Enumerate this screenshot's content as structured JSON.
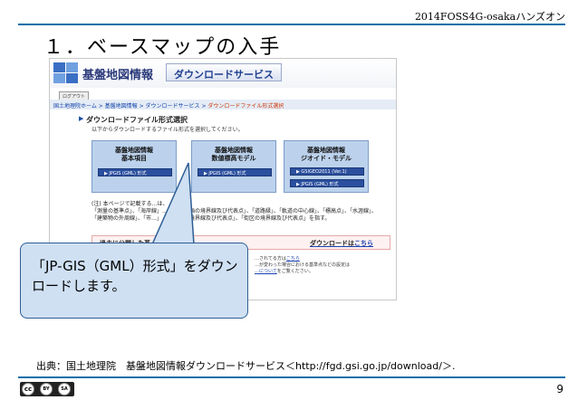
{
  "header": {
    "event": "2014FOSS4G-osakaハンズオン",
    "slide_title": "１．ベースマップの入手"
  },
  "screenshot": {
    "logo_text": [
      "基",
      "盤",
      "地",
      "図",
      "情",
      "報"
    ],
    "banner_title": "基盤地図情報",
    "banner_sub": "ダウンロードサービス",
    "top_button": "ログアウト",
    "breadcrumb": [
      "国土地理院ホーム",
      "基盤地図情報",
      "ダウンロードサービス",
      "ダウンロードファイル形式選択"
    ],
    "section_title": "ダウンロードファイル形式選択",
    "section_sub": "以下からダウンロードするファイル形式を選択してください。",
    "cards": [
      {
        "line1": "基盤地図情報",
        "line2": "基本項目",
        "buttons": [
          "▶ JPGIS (GML) 形式"
        ]
      },
      {
        "line1": "基盤地図情報",
        "line2": "数値標高モデル",
        "buttons": [
          "▶ JPGIS (GML) 形式"
        ]
      },
      {
        "line1": "基盤地図情報",
        "line2": "ジオイド・モデル",
        "buttons": [
          "▶ GSIGEO2011 (Ver.1)",
          "▶ JPGIS (GML) 形式"
        ]
      }
    ],
    "note_lines": [
      "(注) 本ページで記載する…は、",
      "「測量の基準点」、「海岸線」…「行政区画の境界線及び代表点」、「道路縁」、「軌道の中心線」、「標高点」、「水涯線」、",
      "「建築物の外周線」、「市…」…「は字の境界線及び代表点」、「街区の境界線及び代表点」を指す。"
    ],
    "past_text": "過去に公開した基…",
    "past_link_prefix": "ダウンロードは",
    "past_link": "こちら",
    "side_notes": [
      "…されてる方は",
      "こちら",
      "…が変わった場合における基準点などの設定は",
      "…について",
      "をご覧ください。"
    ]
  },
  "callout": {
    "text": "「JP-GIS（GML）形式」をダウンロードします。"
  },
  "footer": {
    "source": "出典：国土地理院　基盤地図情報ダウンロードサービス＜http://fgd.gsi.go.jp/download/＞.",
    "page_number": "9",
    "cc_labels": [
      "cc",
      "BY",
      "SA"
    ]
  },
  "colors": {
    "accent_line": "#0b6fa8",
    "callout_bg": "#cfe0f3",
    "card_bg": "#bcd2ec",
    "button_bg": "#2b4f9e"
  }
}
